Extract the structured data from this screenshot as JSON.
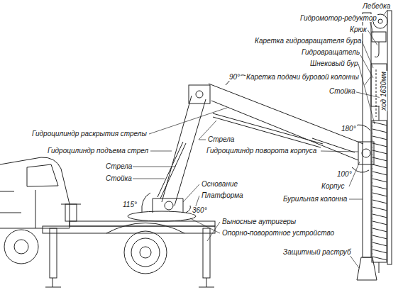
{
  "diagram": {
    "labels": [
      "Лебедка",
      "Гидромотор-редуктор",
      "Крюк",
      "Каретка гидровращателя бура",
      "Гидровращатель",
      "Шнековый бур",
      "90°",
      "Каретка подачи буровой колонны",
      "Стойка",
      "ход 1630мм",
      "180°",
      "Гидроцилиндр раскрытия стрелы",
      "Стрела",
      "Гидроцилиндр поворота корпуса",
      "Гидроцилиндр подъема стрел",
      "100°",
      "Стрела",
      "Стойка",
      "Корпус",
      "Основание",
      "Платформа",
      "115°",
      "360°",
      "Бурильная колонна",
      "Выносные аутригеры",
      "Опорно-поворотное устройство",
      "Защитный раструб"
    ]
  }
}
